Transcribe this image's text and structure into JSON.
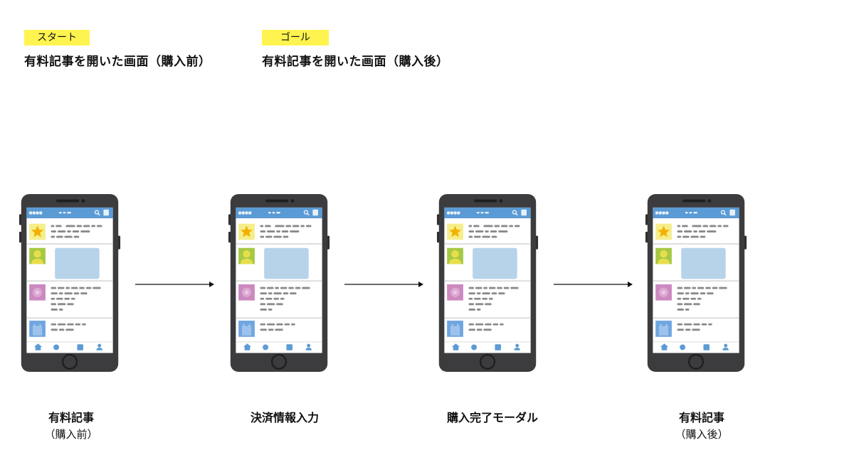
{
  "start": {
    "tag": "スタート",
    "heading": "有料記事を開いた画面（購入前）"
  },
  "goal": {
    "tag": "ゴール",
    "heading": "有料記事を開いた画面（購入後）"
  },
  "steps": [
    {
      "line1": "有料記事",
      "line2": "（購入前）"
    },
    {
      "line1": "決済情報入力",
      "line2": ""
    },
    {
      "line1": "購入完了モーダル",
      "line2": ""
    },
    {
      "line1": "有料記事",
      "line2": "（購入後）"
    }
  ],
  "colors": {
    "highlight": "#fff44f",
    "phone_body": "#3c3c3e",
    "screen_header": "#5b9bd5",
    "image_placeholder": "#b7d3ea",
    "text_lines": "#8a8a8a"
  },
  "icons": [
    "star-icon",
    "person-avatar-icon",
    "flower-avatar-icon",
    "cat-avatar-icon",
    "home-icon",
    "search-icon",
    "user-icon"
  ]
}
